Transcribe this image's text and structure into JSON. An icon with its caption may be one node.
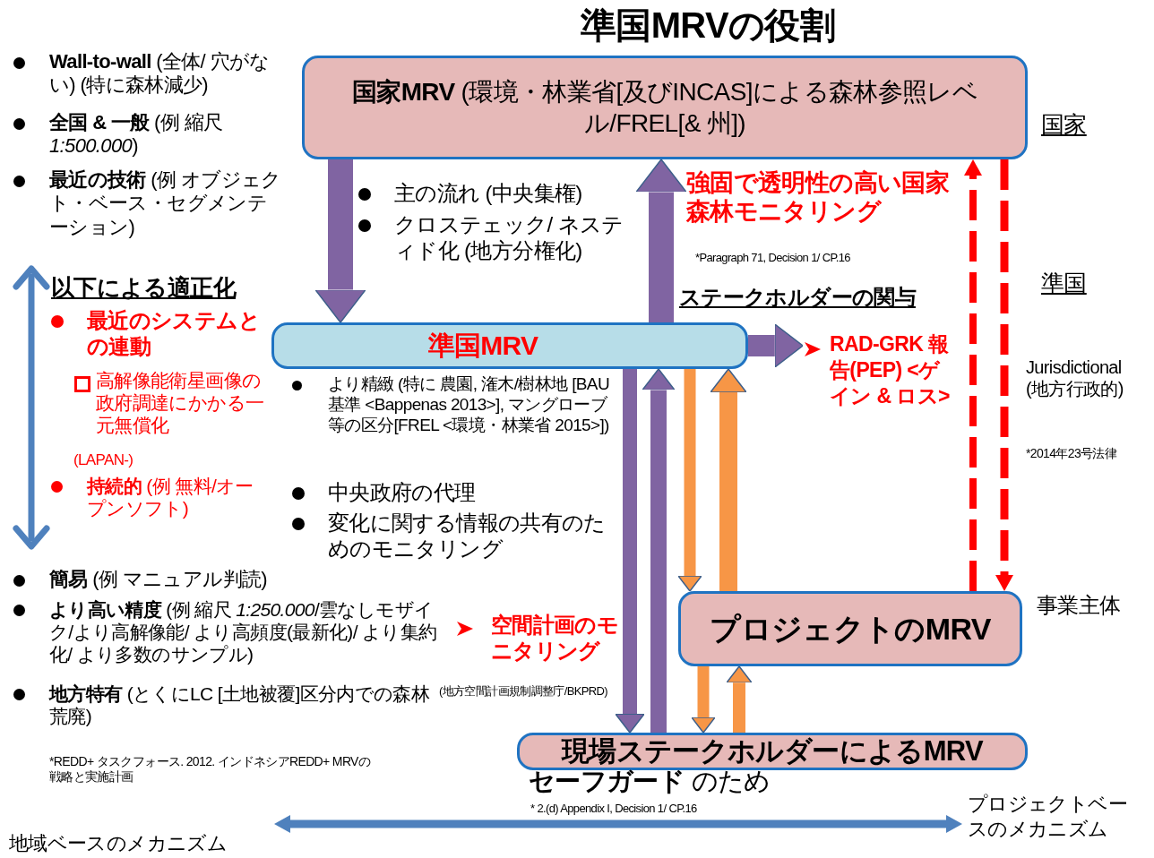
{
  "diagram": {
    "title": "準国MRVの役割",
    "nodes": [
      {
        "text": [
          "**国家MRV** (環境・林業省[及びINCAS]による森林参照レベル/FREL[& 州])"
        ],
        "beside": [
          "国家"
        ]
      },
      {
        "text": [
          "準国MRV"
        ]
      },
      {
        "text": [
          "プロジェクトのMRV"
        ],
        "beside": [
          "事業主体"
        ]
      },
      {
        "text": [
          "現場ステークホルダーによるMRV"
        ],
        "beside": [
          "**セーフガード** のため"
        ]
      },
      {
        "text": [
          "RAD-GRK 報告(PEP) <ゲイン & ロス>"
        ]
      },
      {
        "text": [
          "地域ベースのメカニズム"
        ]
      },
      {
        "text": [
          "プロジェクトベースのメカニズム"
        ]
      }
    ],
    "edges": [
      {
        "from": 0,
        "to": 1,
        "arrow": "to",
        "style": "thick"
      },
      {
        "from": 1,
        "to": 0,
        "arrow": "to",
        "style": "thick"
      },
      {
        "from": 1,
        "to": 4,
        "arrow": "to"
      },
      {
        "from": 1,
        "to": 3,
        "arrow": "to"
      },
      {
        "from": 3,
        "to": 1,
        "arrow": "to"
      },
      {
        "from": 1,
        "to": 2,
        "arrow": "to",
        "color": "#f79646"
      },
      {
        "from": 2,
        "to": 1,
        "arrow": "to",
        "color": "#f79646"
      },
      {
        "from": 2,
        "to": 3,
        "arrow": "to",
        "color": "#f79646"
      },
      {
        "from": 3,
        "to": 2,
        "arrow": "to",
        "color": "#f79646"
      },
      {
        "from": 2,
        "to": 0,
        "arrow": "to",
        "style": "dashed",
        "color": "#ff0000"
      },
      {
        "from": 0,
        "to": 2,
        "arrow": "to",
        "style": "dashed",
        "color": "#ff0000"
      },
      {
        "from": 5,
        "to": 6,
        "arrow": "both",
        "color": "#4f81bd"
      }
    ],
    "labels": [
      "**Wall-to-wall** (全体/ 穴がない) (特に森林減少)",
      "**全国 & 一般** (例 縮尺 *1:500.000*)",
      "**最近の技術** (例 オブジェクト・ベース・セグメンテーション)",
      "以下による適正化",
      "最近のシステムとの連動",
      "高解像能衛星画像の政府調達にかかる一元無償化",
      "(LAPAN-)",
      "**持続的** (例 無料/オープンソフト)",
      "**簡易** (例 マニュアル判読)",
      "**より高い精度** (例 縮尺 *1:250.000*/雲なしモザイク/より高解像能/ より高頻度(最新化)/ より集約化/ より多数のサンプル)",
      "**地方特有** (とくにLC [土地被覆]区分内での森林荒廃)",
      "*REDD+ タスクフォース. 2012. インドネシアREDD+ MRVの戦略と実施計画",
      "主の流れ (中央集権)",
      "クロステェック/ ネスティド化 (地方分権化)",
      "強固で透明性の高い国家森林モニタリング",
      "*Paragraph 71, Decision 1/ CP.16",
      "ステークホルダーの関与",
      "より精緻 (特に 農園, 潅木/樹林地 [BAU基準 <Bappenas 2013>], マングローブ等の区分[FREL <環境・林業省 2015>])",
      "中央政府の代理",
      "変化に関する情報の共有のためのモニタリング",
      "空間計画のモニタリング",
      "(地方空間計画規制調整庁/BKPRD)",
      "準国",
      "Jurisdictional (地方行政的)",
      "*2014年23号法律",
      "* 2.(d) Appendix I, Decision 1/ CP.16"
    ]
  }
}
